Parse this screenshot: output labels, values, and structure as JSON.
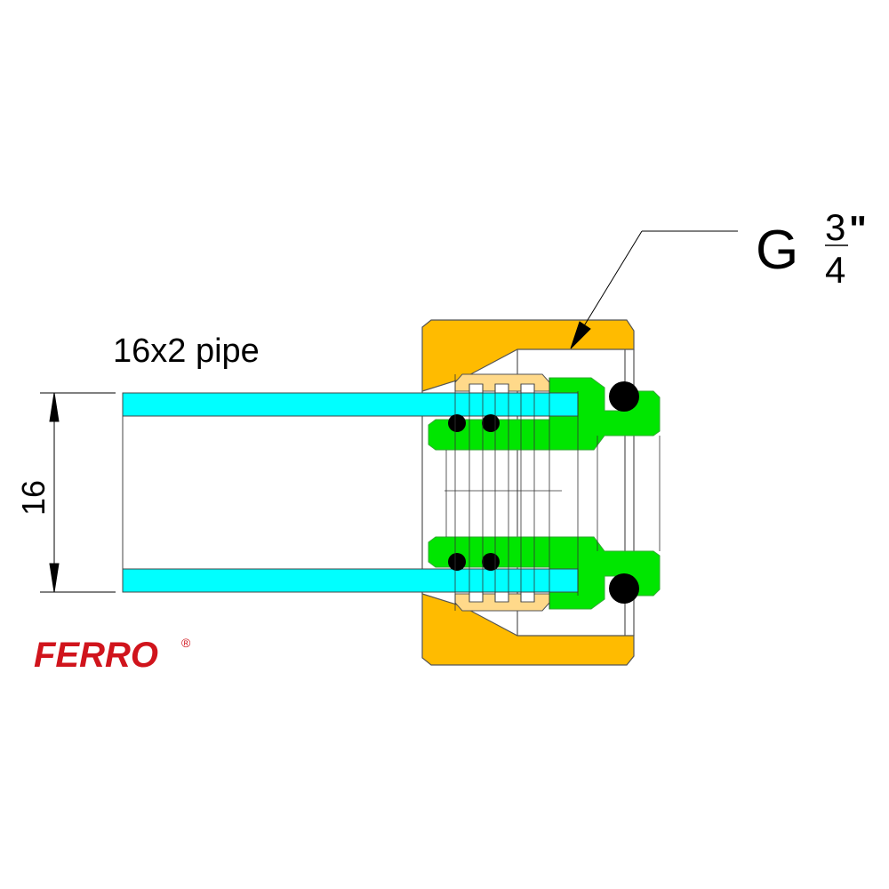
{
  "labels": {
    "pipe": "16x2 pipe",
    "dimension": "16",
    "thread_prefix": "G",
    "thread_num": "3",
    "thread_den": "4",
    "thread_unit": "\""
  },
  "brand": {
    "name": "FERRO",
    "mark": "®"
  },
  "colors": {
    "body": "#ffbb00",
    "pipe": "#00ffff",
    "insert": "#00e600",
    "ring": "#ffd98a",
    "seal": "#000000",
    "brand": "#d0141c"
  }
}
